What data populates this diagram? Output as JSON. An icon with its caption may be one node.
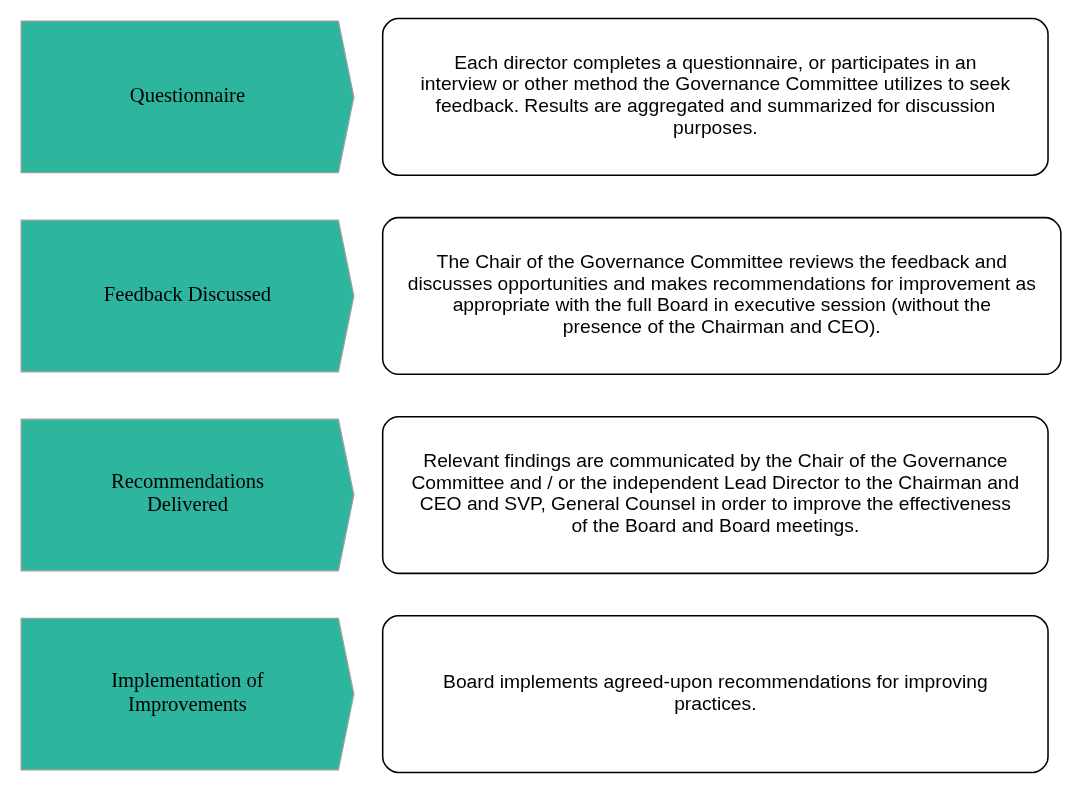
{
  "diagram": {
    "nodes": [
      {
        "text": [
          "Questionnaire"
        ]
      },
      {
        "text": [
          "Each director completes a questionnaire, or participates in an interview or other method the Governance Committee utilizes to seek feedback. Results are aggregated and summarized for discussion purposes."
        ]
      },
      {
        "text": [
          "Feedback Discussed"
        ]
      },
      {
        "text": [
          "The Chair of the Governance Committee reviews the feedback and discusses opportunities and makes recommendations for improvement as appropriate with the full Board in executive session (without the presence of the Chairman and CEO)."
        ]
      },
      {
        "text": [
          "Recommendations Delivered"
        ]
      },
      {
        "text": [
          "Relevant findings are communicated by the Chair of the Governance Committee and / or the independent Lead Director to the Chairman and CEO and SVP, General Counsel in order to improve the effectiveness of the Board and Board meetings."
        ]
      },
      {
        "text": [
          "Implementation of Improvements"
        ]
      },
      {
        "text": [
          "Board implements agreed-upon recommendations for improving practices."
        ]
      }
    ]
  }
}
